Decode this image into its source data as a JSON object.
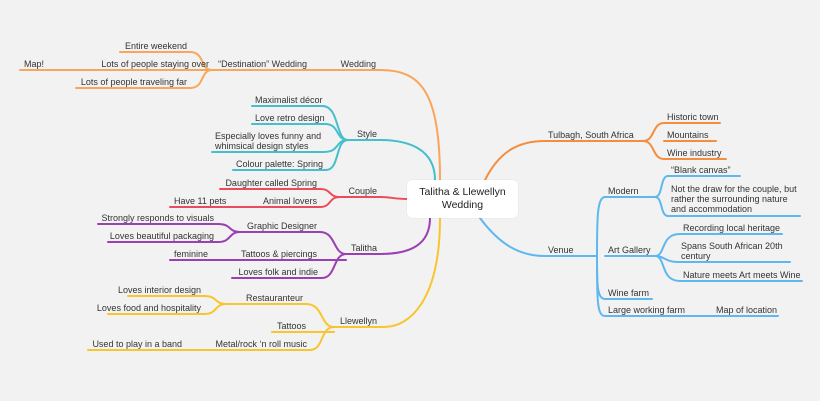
{
  "root": {
    "line1": "Talitha & Llewellyn",
    "line2": "Wedding"
  },
  "colors": {
    "wedding": "#f9a55a",
    "style": "#44bfcb",
    "couple": "#ec4c5a",
    "talitha": "#9c3fb4",
    "llewellyn": "#f8c52e",
    "tulbagh": "#f58d3e",
    "venue": "#5eb8ef"
  },
  "branches": {
    "wedding": {
      "label": "Wedding",
      "children": {
        "destination": {
          "label": "“Destination” Wedding",
          "children": {
            "weekend": "Entire weekend",
            "staying": "Lots of people staying over",
            "map": "Map!",
            "traveling": "Lots of people traveling far"
          }
        }
      }
    },
    "style": {
      "label": "Style",
      "children": {
        "maximalist_u": "Maximalist",
        "maximalist_rest": " décor",
        "retro_pre": "Love ",
        "retro_u": "retro",
        "retro_post": " design",
        "funny_pre": "Especially loves ",
        "funny_u": "funny",
        "funny_post": " and",
        "whimsical": "whimsical design styles",
        "palette": "Colour palette: Spring"
      }
    },
    "couple": {
      "label": "Couple",
      "children": {
        "daughter": "Daughter called Spring",
        "animal_lovers": "Animal lovers",
        "pets": "Have 11 pets"
      }
    },
    "talitha": {
      "label": "Talitha",
      "children": {
        "graphic": "Graphic Designer",
        "visuals": "Strongly responds to visuals",
        "packaging": "Loves beautiful packaging",
        "tattoos": "Tattoos & piercings",
        "feminine": "feminine",
        "folk": "Loves folk and indie"
      }
    },
    "llewellyn": {
      "label": "Llewellyn",
      "children": {
        "restaurateur": "Restauranteur",
        "interior": "Loves interior design",
        "food": "Loves food and hospitality",
        "tattoos": "Tattoos",
        "metal": "Metal/rock ‘n roll music",
        "band": "Used to play in a band"
      }
    },
    "tulbagh": {
      "label": "Tulbagh, South Africa",
      "children": {
        "historic": "Historic town",
        "mountains": "Mountains",
        "wine": "Wine industry"
      }
    },
    "venue": {
      "label": "Venue",
      "children": {
        "modern": "Modern",
        "blank": "“Blank canvas”",
        "notdraw1": "Not the draw for the couple, but",
        "notdraw2": "rather the surrounding nature",
        "notdraw3": "and accommodation",
        "gallery": "Art Gallery",
        "heritage": "Recording local heritage",
        "spans1": "Spans South African 20th",
        "spans2": "century",
        "nature": "Nature meets Art meets Wine",
        "winefarm": "Wine farm",
        "working": "Large working farm",
        "maploc": "Map of location"
      }
    }
  }
}
